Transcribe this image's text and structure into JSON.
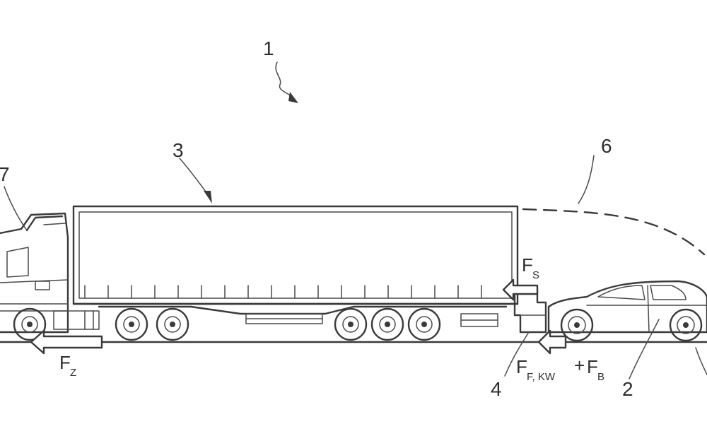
{
  "labels": {
    "ref_1": "1",
    "ref_2": "2",
    "ref_3": "3",
    "ref_4": "4",
    "ref_6": "6",
    "ref_7": "7"
  },
  "forces": {
    "fs_main": "F",
    "fs_sub": "S",
    "fz_main": "F",
    "fz_sub": "Z",
    "ff_main": "F",
    "ff_sub": "F, KW",
    "plus": "+",
    "fb_main": "F",
    "fb_sub": "B"
  }
}
